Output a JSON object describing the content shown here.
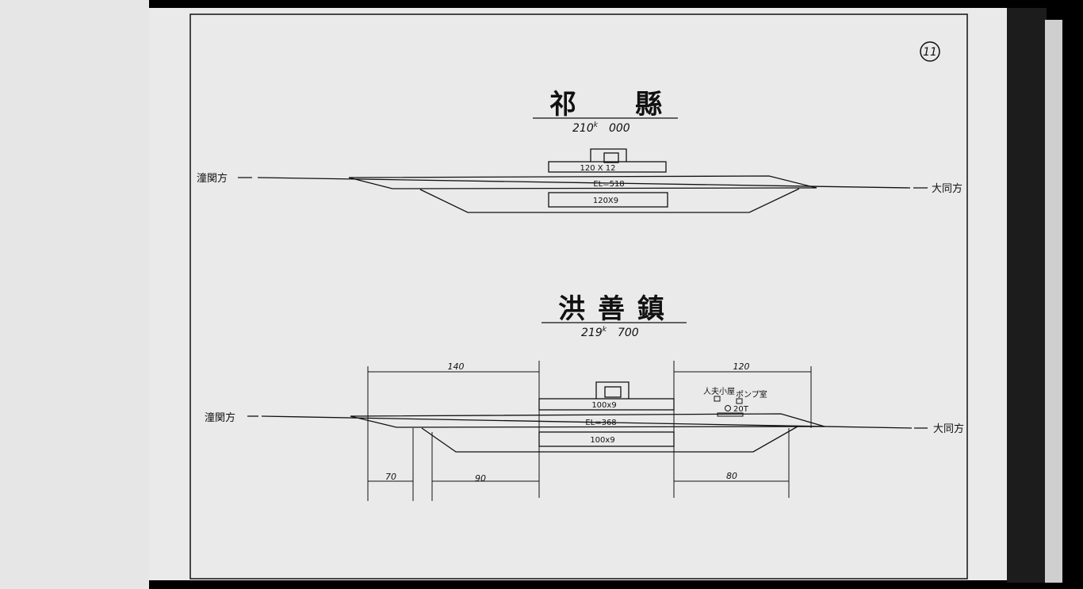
{
  "page": {
    "page_number": "11"
  },
  "stations": [
    {
      "name": "祁　　縣",
      "km": "210",
      "km_unit": "k",
      "km_fraction": "000",
      "west_label": "潼関方",
      "east_label": "大同方",
      "platform_upper": "120 X 12",
      "platform_lower": "120X9",
      "elevation": "EL=518"
    },
    {
      "name": "洪 善 鎮",
      "km": "219",
      "km_unit": "k",
      "km_fraction": "700",
      "west_label": "潼関方",
      "east_label": "大同方",
      "platform_upper": "100x9",
      "platform_lower": "100x9",
      "elevation": "EL=368",
      "hut_label": "人夫小屋",
      "pump_label": "ポンプ室",
      "tank_label": "20T",
      "dims_top": [
        "140",
        "120"
      ],
      "dims_bottom": [
        "70",
        "90",
        "80"
      ]
    }
  ]
}
